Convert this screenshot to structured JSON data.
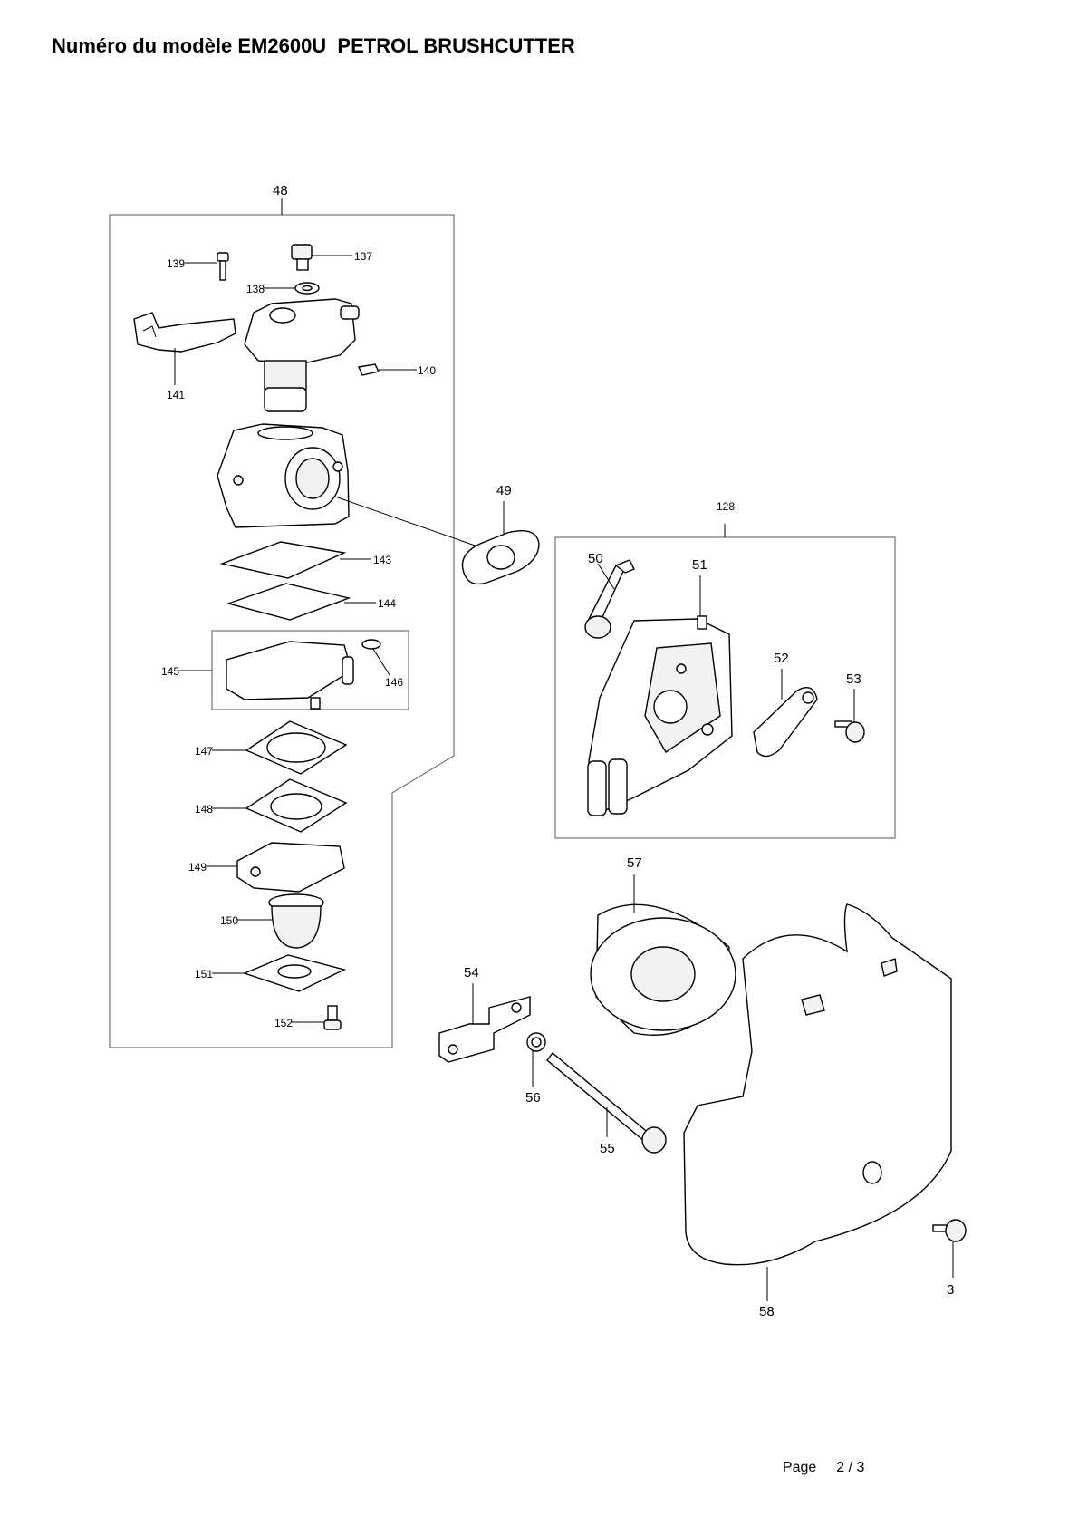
{
  "header": {
    "title": "Numéro du modèle EM2600U  PETROL BRUSHCUTTER"
  },
  "footer": {
    "page_word": "Page",
    "page_number": "2 / 3"
  },
  "part_labels": {
    "p48": "48",
    "p137": "137",
    "p138": "138",
    "p139": "139",
    "p140": "140",
    "p141": "141",
    "p143": "143",
    "p144": "144",
    "p145": "145",
    "p146": "146",
    "p147": "147",
    "p148": "148",
    "p149": "149",
    "p150": "150",
    "p151": "151",
    "p152": "152",
    "p49": "49",
    "p128": "128",
    "p50": "50",
    "p51": "51",
    "p52": "52",
    "p53": "53",
    "p57": "57",
    "p54": "54",
    "p56": "56",
    "p55": "55",
    "p58": "58",
    "p3": "3"
  }
}
